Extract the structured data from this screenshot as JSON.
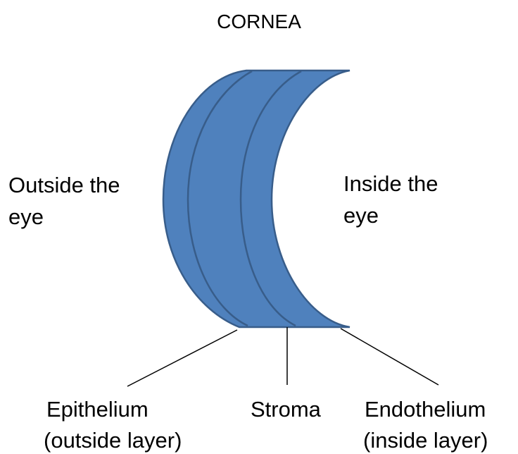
{
  "title": "CORNEA",
  "colors": {
    "fill": "#4F81BD",
    "outline": "#385D8A",
    "leader": "#000000"
  },
  "labels": {
    "outside": [
      "Outside the",
      "eye"
    ],
    "inside": [
      "Inside the",
      "eye"
    ],
    "epithelium": [
      "Epithelium",
      "(outside layer)"
    ],
    "stroma": "Stroma",
    "endothelium": [
      "Endothelium",
      "(inside layer)"
    ]
  }
}
